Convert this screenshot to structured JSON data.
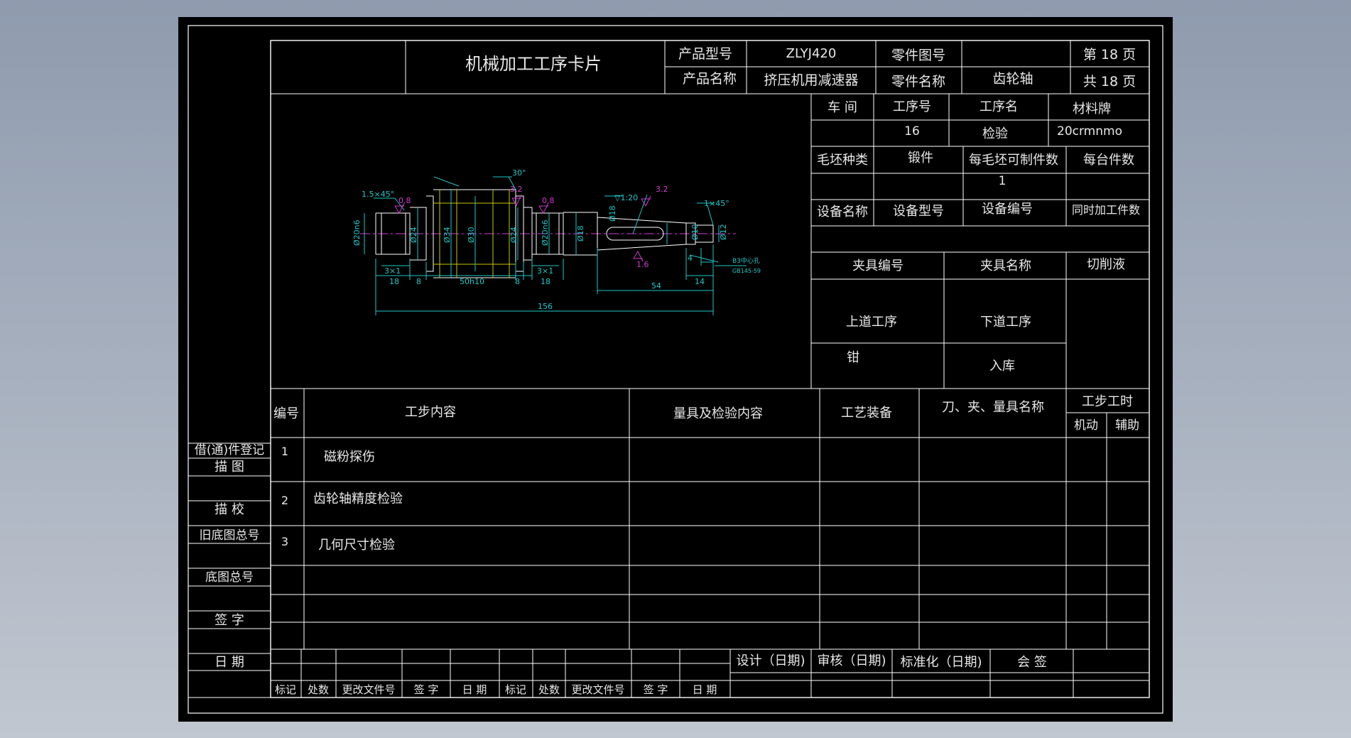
{
  "card": {
    "title": "机械加工工序卡片",
    "product_model_label": "产品型号",
    "product_model": "ZLYJ420",
    "part_drawing_no_label": "零件图号",
    "part_drawing_no": "",
    "page_no": "第 18 页",
    "product_name_label": "产品名称",
    "product_name": "挤压机用减速器",
    "part_name_label": "零件名称",
    "part_name": "齿轮轴",
    "page_total": "共 18 页"
  },
  "process": {
    "workshop_label": "车  间",
    "workshop": "",
    "op_no_label": "工序号",
    "op_no": "16",
    "op_name_label": "工序名",
    "op_name": "检验",
    "material_label": "材料牌",
    "material": "20crmnmo",
    "blank_type_label": "毛坯种类",
    "blank_type": "锻件",
    "parts_per_blank_label": "每毛坯可制件数",
    "parts_per_blank": "1",
    "parts_per_unit_label": "每台件数",
    "parts_per_unit": "",
    "equip_name_label": "设备名称",
    "equip_model_label": "设备型号",
    "equip_no_label": "设备编号",
    "simul_label": "同时加工件数",
    "fixture_no_label": "夹具编号",
    "fixture_name_label": "夹具名称",
    "coolant_label": "切削液",
    "prev_op_label": "上道工序",
    "next_op_label": "下道工序",
    "prev_op": "钳",
    "next_op": "入库"
  },
  "steps_table": {
    "headers": {
      "no": "编号",
      "content": "工步内容",
      "inspection": "量具及检验内容",
      "equipment": "工艺装备",
      "tools": "刀、夹、量具名称",
      "time": "工步工时",
      "machine": "机动",
      "aux": "辅助"
    },
    "rows": [
      {
        "no": "1",
        "content": "磁粉探伤"
      },
      {
        "no": "2",
        "content": "齿轮轴精度检验"
      },
      {
        "no": "3",
        "content": "几何尺寸检验"
      }
    ]
  },
  "side_labels": [
    "借(通)件登记",
    "描    图",
    "描    校",
    "旧底图总号",
    "底图总号",
    "签    字",
    "日    期"
  ],
  "bottom": {
    "cols": [
      "标记",
      "处数",
      "更改文件号",
      "签  字",
      "日  期",
      "标记",
      "处数",
      "更改文件号",
      "签  字",
      "日  期"
    ],
    "sign": [
      "设计（日期)",
      "审核（日期)",
      "标准化（日期)",
      "会    签"
    ]
  },
  "drawing": {
    "dims": [
      "1.5×45°",
      "0.8",
      "30°",
      "3.2",
      "0.8",
      "3.2",
      "1×45°",
      "▽1:20",
      "1.6",
      "Ø20n6",
      "Ø24",
      "Ø34",
      "Ø30",
      "Ø24",
      "Ø20n6",
      "Ø18",
      "Ø10",
      "Ø12",
      "Ø18",
      "3×1",
      "3×1",
      "18",
      "8",
      "50h10",
      "8",
      "18",
      "4",
      "14",
      "54",
      "156",
      "B3中心孔",
      "GB145-59"
    ]
  },
  "colors": {
    "line": "#ffffff",
    "dimension": "#1ec8c8",
    "gear": "#c8c800",
    "roughness": "#d23ad2",
    "paper": "#000000"
  }
}
